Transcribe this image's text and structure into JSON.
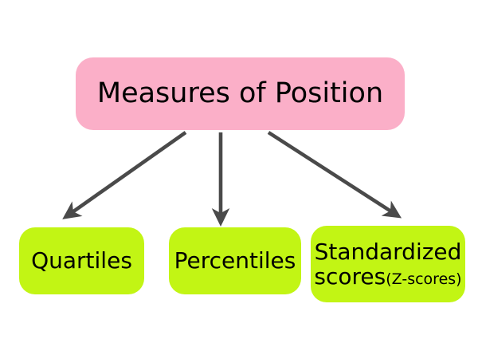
{
  "diagram": {
    "type": "hierarchy-tree",
    "title": "Measures of Position",
    "background_color": "#FFFFFF",
    "root": {
      "id": "root",
      "label": "Measures of Position",
      "fill_color": "#FBAFC8",
      "text_color": "#000000"
    },
    "children": [
      {
        "id": "quartiles",
        "label": "Quartiles",
        "fill_color": "#C2F514",
        "text_color": "#000000"
      },
      {
        "id": "percentiles",
        "label": "Percentiles",
        "fill_color": "#C2F514",
        "text_color": "#000000"
      },
      {
        "id": "standardized",
        "label_line_1": "Standardized",
        "label_line_2_main": "scores",
        "label_line_2_sub": "(Z-scores)",
        "fill_color": "#C2F514",
        "text_color": "#000000"
      }
    ],
    "connectors": [
      {
        "id": "arrow-root-to-quartiles",
        "from": "root",
        "to": "quartiles",
        "direction": "down-left",
        "color": "#4A4A4A"
      },
      {
        "id": "arrow-root-to-percentiles",
        "from": "root",
        "to": "percentiles",
        "direction": "down",
        "color": "#4A4A4A"
      },
      {
        "id": "arrow-root-to-standardized",
        "from": "root",
        "to": "standardized",
        "direction": "down-right",
        "color": "#4A4A4A"
      }
    ]
  }
}
